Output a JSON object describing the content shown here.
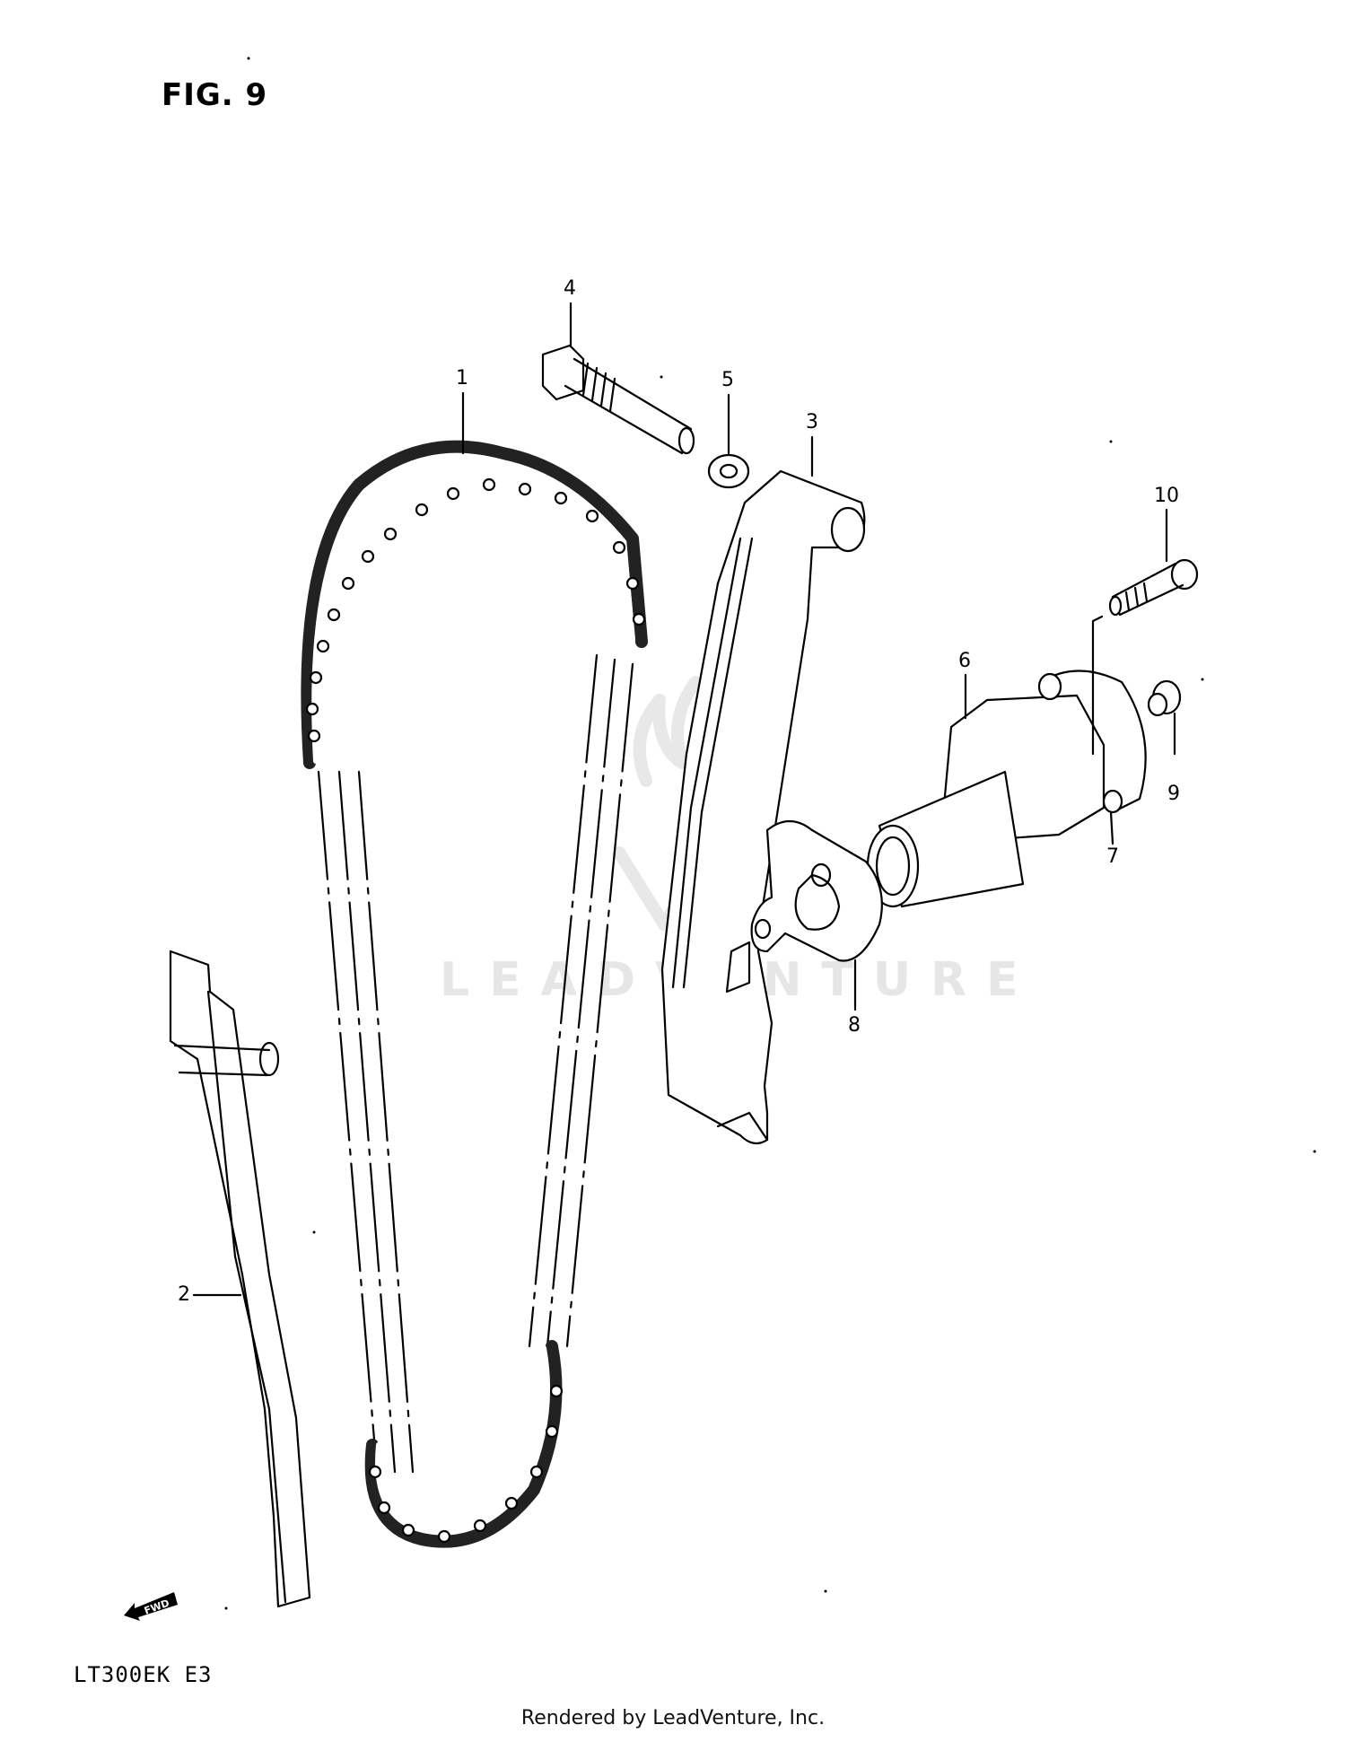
{
  "figure": {
    "title": "FIG. 9",
    "model_code": "LT300EK  E3",
    "footer": "Rendered by LeadVenture, Inc.",
    "watermark": "LEADVENTURE",
    "direction_arrow": "FWD"
  },
  "callouts": [
    {
      "number": "1",
      "part": "cam-chain"
    },
    {
      "number": "2",
      "part": "chain-guide"
    },
    {
      "number": "3",
      "part": "tensioner-guide"
    },
    {
      "number": "4",
      "part": "guide-bolt"
    },
    {
      "number": "5",
      "part": "washer"
    },
    {
      "number": "6",
      "part": "tensioner-adjuster"
    },
    {
      "number": "7",
      "part": "tensioner-gasket-outer"
    },
    {
      "number": "8",
      "part": "tensioner-gasket"
    },
    {
      "number": "9",
      "part": "cap-bolt"
    },
    {
      "number": "10",
      "part": "adjuster-bolt"
    }
  ]
}
